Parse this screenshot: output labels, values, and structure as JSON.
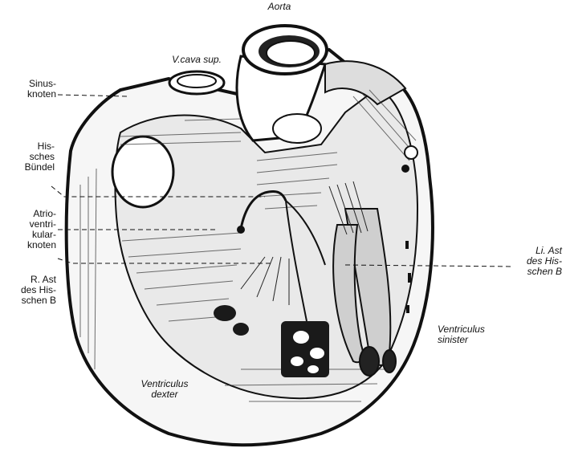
{
  "labels": {
    "aorta": "Aorta",
    "vcava": "V.cava sup.",
    "sinus": "Sinus-\nknoten",
    "his": "His-\nsches\nBündel",
    "atrio": "Atrio-\nventri-\nkular-\nknoten",
    "rast": "R. Ast\ndes His-\nschen B",
    "liast": "Li. Ast\ndes His-\nschen B",
    "vsin": "Ventriculus\nsinister",
    "vdex": "Ventriculus\ndexter"
  }
}
